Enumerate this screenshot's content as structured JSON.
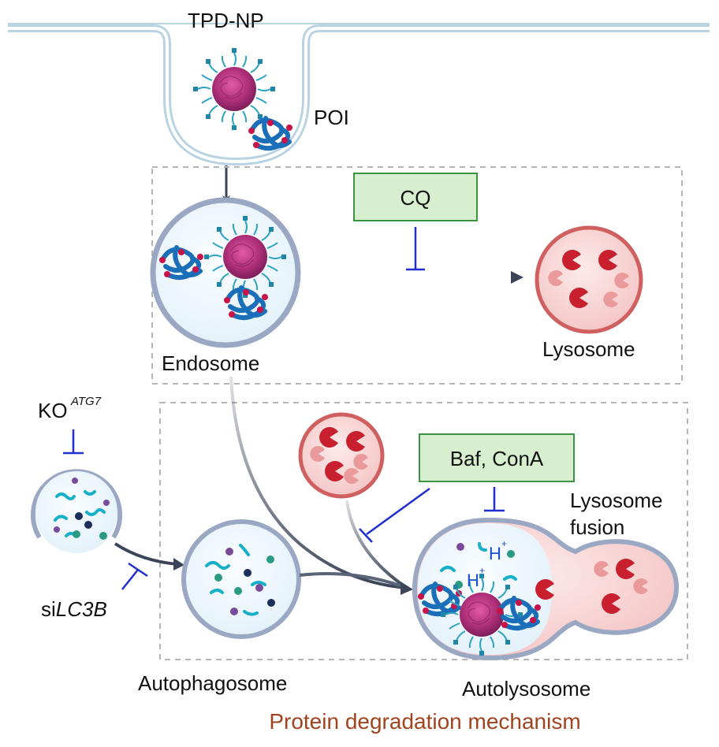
{
  "labels": {
    "tpd_np": "TPD-NP",
    "poi": "POI",
    "cq": "CQ",
    "endosome": "Endosome",
    "lysosome": "Lysosome",
    "ko": "KO",
    "ko_sup": "ATG7",
    "si_prefix": "si",
    "si_gene": "LC3B",
    "baf_cona": "Baf, ConA",
    "lysosome_fusion_1": "Lysosome",
    "lysosome_fusion_2": "fusion",
    "autophagosome": "Autophagosome",
    "autolysosome": "Autolysosome",
    "h_plus": "H",
    "h_plus_sup": "+",
    "footer_title": "Protein degradation mechanism"
  },
  "colors": {
    "membrane": "#b9d3e3",
    "membrane_fill": "#f3f9fd",
    "vesicle_ring": "#9aa8c4",
    "inhibitor_box_fill": "#d8efcf",
    "inhibitor_box_stroke": "#3d9440",
    "inhibitor_line": "#1f2fd0",
    "lysosome_fill": "#f6cfcf",
    "lysosome_stroke": "#d06060",
    "arrow": "#3b4458",
    "title": "#a0431e",
    "protein": "#1a6fb8",
    "nanoparticle": "#b0307a"
  }
}
